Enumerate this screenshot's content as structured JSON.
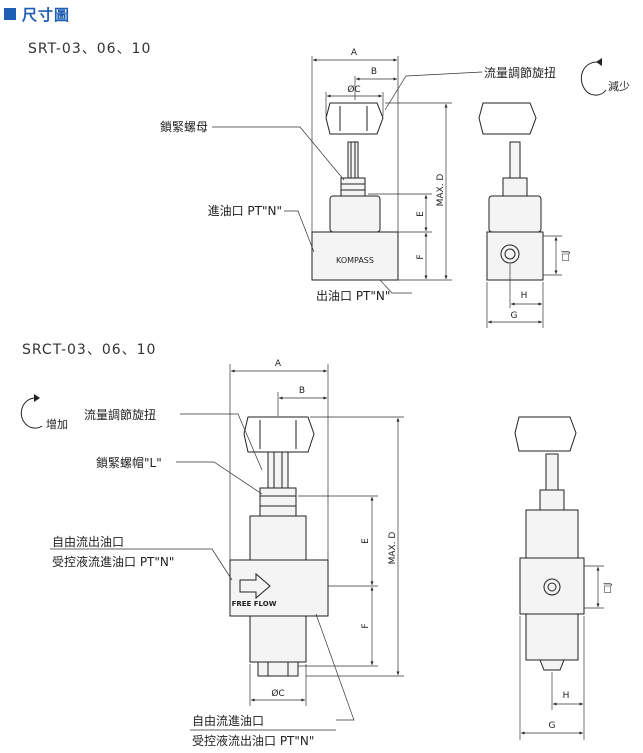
{
  "header": {
    "title": "尺寸圖"
  },
  "srt": {
    "model": "SRT-03、06、10",
    "dims": {
      "a": "A",
      "b": "B",
      "c": "ØC",
      "maxd": "MAX. D",
      "e": "E",
      "f": "F",
      "g": "G",
      "h": "H",
      "j": "□J"
    },
    "labels": {
      "knob": "流量調節旋扭",
      "locknut": "鎖緊螺母",
      "inlet": "進油口 PT\"N\"",
      "outlet": "出油口 PT\"N\"",
      "brand": "KOMPASS",
      "direction": "減少"
    }
  },
  "srct": {
    "model": "SRCT-03、06、10",
    "dims": {
      "a": "A",
      "b": "B",
      "c": "ØC",
      "maxd": "MAX. D",
      "e": "E",
      "f": "F",
      "g": "G",
      "h": "H",
      "j": "□J"
    },
    "labels": {
      "direction": "增加",
      "knob": "流量調節旋扭",
      "lockcap": "鎖緊螺帽\"L\"",
      "free_out_1": "自由流出油口",
      "free_out_2": "受控液流進油口 PT\"N\"",
      "free_flow": "FREE FLOW",
      "free_in_1": "自由流進油口",
      "free_in_2": "受控液流出油口 PT\"N\""
    }
  }
}
